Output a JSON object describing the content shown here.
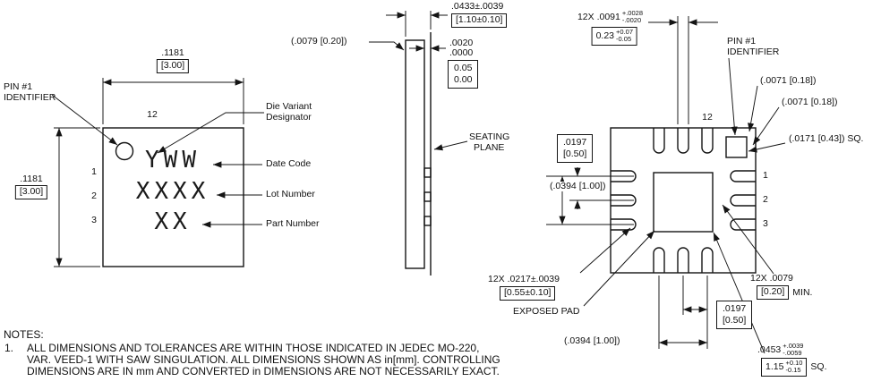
{
  "top_view": {
    "pin1_id_line1": "PIN #1",
    "pin1_id_line2": "IDENTIFIER",
    "width_in": ".1181",
    "width_mm": "[3.00]",
    "height_in": ".1181",
    "height_mm": "[3.00]",
    "pin12": "12",
    "pin1": "1",
    "pin2": "2",
    "pin3": "3",
    "marking_row1": "YWW",
    "marking_row2": "XXXX",
    "marking_row3": "XX",
    "die_variant_line1": "Die Variant",
    "die_variant_line2": "Designator",
    "date_code": "Date Code",
    "lot_number": "Lot Number",
    "part_number": "Part Number"
  },
  "side_view": {
    "overall_height_in": ".0433±.0039",
    "overall_height_mm": "[1.10±0.10]",
    "lead_thickness": "(.0079 [0.20])",
    "standoff_in_max": ".0020",
    "standoff_in_min": ".0000",
    "standoff_mm_max": "0.05",
    "standoff_mm_min": "0.00",
    "seating_plane_line1": "SEATING",
    "seating_plane_line2": "PLANE"
  },
  "bottom_view": {
    "lead_width_qty": "12X",
    "lead_width_in": ".0091",
    "lead_width_in_plus": "+.0028",
    "lead_width_in_minus": "-.0020",
    "lead_width_mm": "0.23",
    "lead_width_mm_plus": "+0.07",
    "lead_width_mm_minus": "-0.05",
    "pin1_id_line1": "PIN #1",
    "pin1_id_line2": "IDENTIFIER",
    "pin1_offset_top": "(.0071 [0.18])",
    "pin1_offset_side": "(.0071 [0.18])",
    "pin1_size": "(.0171 [0.43]) SQ.",
    "pin12": "12",
    "pin1": "1",
    "pin2": "2",
    "pin3": "3",
    "pitch_side_in": ".0197",
    "pitch_side_mm": "[0.50]",
    "span_side": "(.0394 [1.00])",
    "lead_length_qty": "12X",
    "lead_length_in": ".0217±.0039",
    "lead_length_mm": "[0.55±0.10]",
    "exposed_pad": "EXPOSED PAD",
    "pitch_bottom_in": ".0197",
    "pitch_bottom_mm": "[0.50]",
    "span_bottom": "(.0394 [1.00])",
    "clearance_qty": "12X",
    "clearance_in": ".0079",
    "clearance_mm": "[0.20]",
    "clearance_min": "MIN.",
    "pad_size_in": ".0453",
    "pad_size_in_plus": "+.0039",
    "pad_size_in_minus": "-.0059",
    "pad_size_mm": "1.15",
    "pad_size_mm_plus": "+0.10",
    "pad_size_mm_minus": "-0.15",
    "pad_size_sq": "SQ."
  },
  "notes": {
    "heading": "NOTES:",
    "item1_number": "1.",
    "item1_line1": "ALL DIMENSIONS AND TOLERANCES ARE WITHIN THOSE INDICATED IN JEDEC MO-220,",
    "item1_line2": "VAR. VEED-1 WITH SAW SINGULATION. ALL DIMENSIONS SHOWN AS in[mm]. CONTROLLING",
    "item1_line3": "DIMENSIONS ARE IN mm AND CONVERTED in DIMENSIONS ARE NOT NECESSARILY EXACT."
  }
}
